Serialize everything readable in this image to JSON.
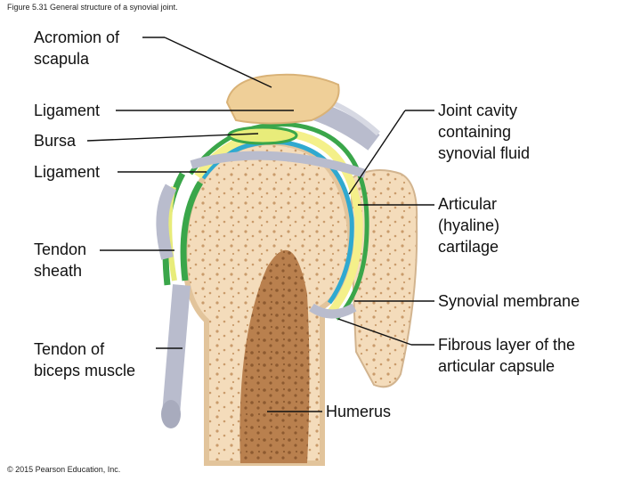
{
  "figure": {
    "caption": "Figure 5.31 General structure of a synovial joint.",
    "copyright": "© 2015 Pearson Education, Inc."
  },
  "labels": {
    "acromion": "Acromion of\nscapula",
    "ligament_top": "Ligament",
    "bursa": "Bursa",
    "ligament_lower": "Ligament",
    "tendon_sheath": "Tendon\nsheath",
    "tendon_biceps": "Tendon of\nbiceps muscle",
    "joint_cavity": "Joint cavity\ncontaining\nsynovial fluid",
    "articular_cartilage": "Articular\n(hyaline)\ncartilage",
    "synovial_membrane": "Synovial membrane",
    "fibrous_layer": "Fibrous layer of the\narticular capsule",
    "humerus": "Humerus"
  },
  "colors": {
    "bone_spongy": "#f2d9b6",
    "marrow": "#b9804e",
    "compact_bone": "#ecd2a8",
    "synovial_membrane": "#3aa64a",
    "cartilage": "#2fa9d0",
    "synovial_fluid": "#f4f08a",
    "ligament": "#b9bccd",
    "leader_line": "#111111"
  }
}
